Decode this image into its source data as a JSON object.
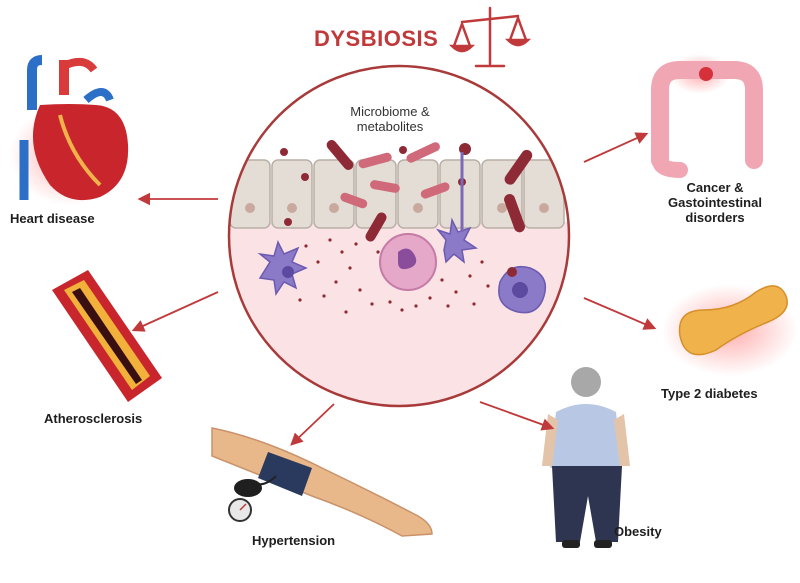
{
  "title": "DYSBIOSIS",
  "center": {
    "line1": "Microbiome &",
    "line2": "metabolites"
  },
  "outcomes": {
    "heart": "Heart disease",
    "athero": "Atherosclerosis",
    "hypertension": "Hypertension",
    "obesity": "Obesity",
    "diabetes": "Type 2 diabetes",
    "cancer_line1": "Cancer &",
    "cancer_line2": "Gastointestinal",
    "cancer_line3": "disorders"
  },
  "colors": {
    "accent": "#c0393b",
    "arrow": "#c0393b",
    "circle_border": "#a83a3a",
    "lumen": "#ffffff",
    "tissue": "#fbe3e5",
    "epithelium": "#e4ddd6",
    "bacteria": "#b8475c"
  },
  "icons": [
    "balance-scale-icon",
    "heart-icon",
    "artery-icon",
    "blood-pressure-cuff-icon",
    "person-icon",
    "pancreas-icon",
    "colon-icon"
  ]
}
